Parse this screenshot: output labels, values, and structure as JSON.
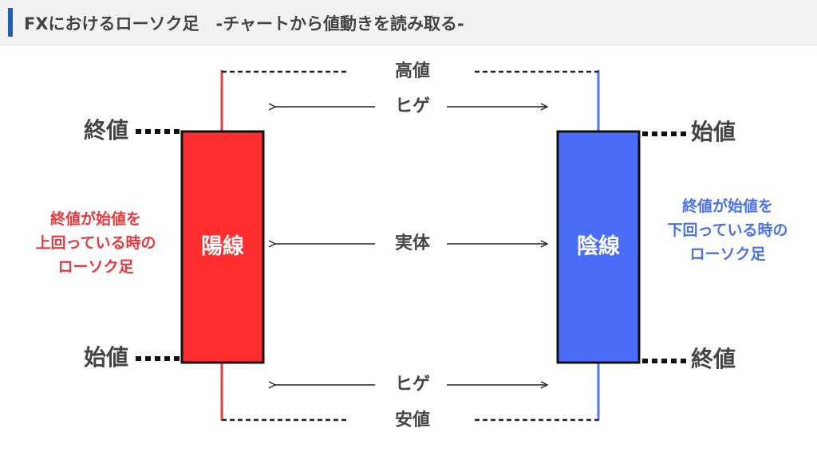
{
  "header": {
    "title": "FXにおけるローソク足　-チャートから値動きを読み取る-",
    "accent_color": "#1f5fb4"
  },
  "labels": {
    "high": "高値",
    "wick": "ヒゲ",
    "body": "実体",
    "low": "安値",
    "close": "終値",
    "open": "始値"
  },
  "candles": {
    "bullish": {
      "name": "陽線",
      "color": "#ff2d2d",
      "note": [
        "終値が始値を",
        "上回っている時の",
        "ローソク足"
      ]
    },
    "bearish": {
      "name": "陰線",
      "color": "#4a6cf7",
      "note": [
        "終値が始値を",
        "下回っている時の",
        "ローソク足"
      ]
    }
  },
  "colors": {
    "bullish_text": "#e8383d",
    "bearish_text": "#4a72e8",
    "text": "#444444"
  }
}
